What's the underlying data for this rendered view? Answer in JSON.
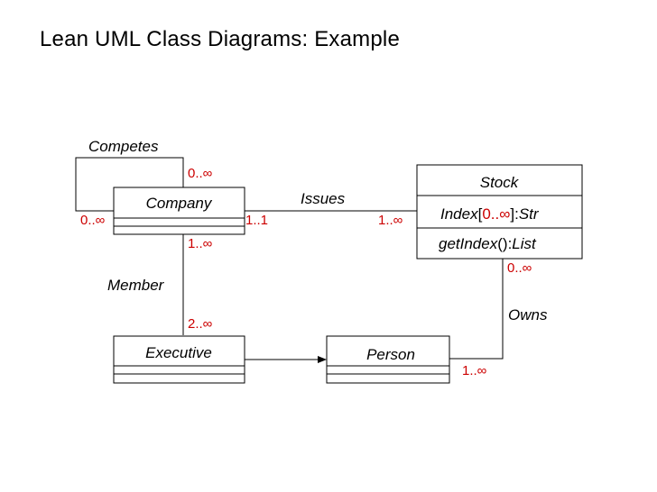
{
  "slide": {
    "title": "Lean UML Class Diagrams: Example"
  },
  "colors": {
    "multiplicity": "#cc0000",
    "lines": "#000000"
  },
  "classes": {
    "company": {
      "name": "Company"
    },
    "executive": {
      "name": "Executive"
    },
    "person": {
      "name": "Person"
    },
    "stock": {
      "name": "Stock",
      "attribute": {
        "name": "Index",
        "open": "[",
        "mult": "0..∞",
        "close": "]",
        "type_sep": ":",
        "type": "Str"
      },
      "operation": {
        "name": "getIndex",
        "parens": "()",
        "type_sep": ":",
        "type": "List"
      }
    }
  },
  "associations": {
    "competes": {
      "label": "Competes",
      "mult_top": "0..∞",
      "mult_left": "0..∞"
    },
    "issues": {
      "label": "Issues",
      "mult_company": "1..1",
      "mult_stock": "1..∞"
    },
    "member": {
      "label": "Member",
      "mult_company": "1..∞",
      "mult_executive": "2..∞"
    },
    "owns": {
      "label": "Owns",
      "mult_stock": "0..∞",
      "mult_person": "1..∞"
    }
  }
}
